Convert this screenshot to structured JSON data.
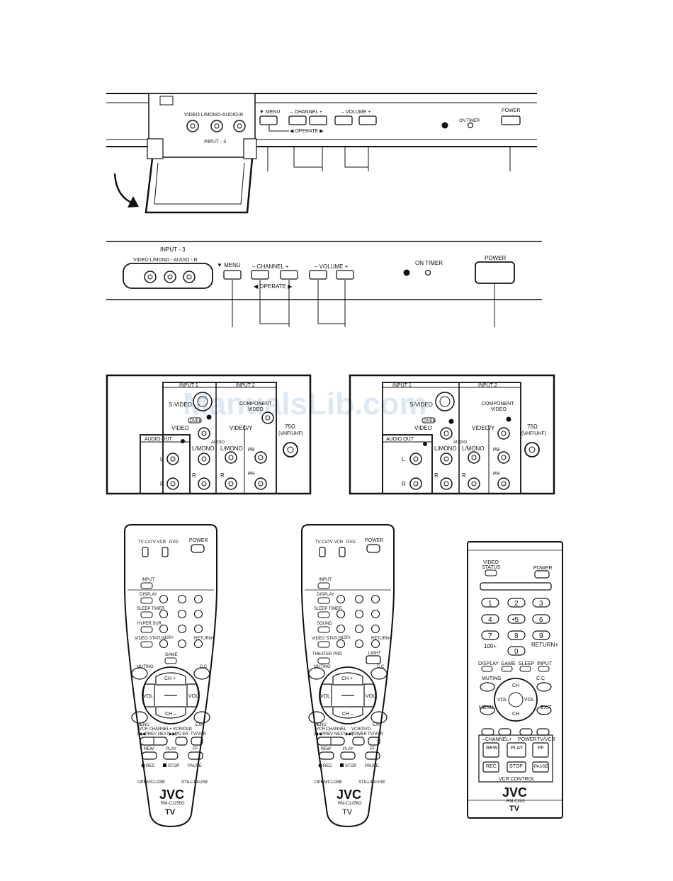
{
  "watermark": "ManualsLib.com",
  "panel1": {
    "jack_labels": "VIDEO  L/MONO-AUDIO-R",
    "input_label": "INPUT - 3",
    "menu": "▼ MENU",
    "channel": "– CHANNEL +",
    "volume": "– VOLUME +",
    "operate": "◀ OPERATE ▶",
    "on_timer": "ON TIMER",
    "power": "POWER"
  },
  "panel2": {
    "input_label": "INPUT - 3",
    "jack_labels": "VIDEO  L/MONO - AUDIO - R",
    "menu": "▼ MENU",
    "channel": "– CHANNEL +",
    "volume": "– VOLUME +",
    "operate": "◀  OPERATE  ▶",
    "on_timer": "ON TIMER",
    "power": "POWER"
  },
  "rear_left": {
    "input1": "INPUT 1",
    "input2": "INPUT 2",
    "svideo": "S-VIDEO",
    "over": "OVER",
    "video": "VIDEO",
    "audio": "AUDIO",
    "lmono": "L/MONO",
    "r": "R",
    "audio_out": "AUDIO OUT",
    "l": "L",
    "component": "COMPONENT",
    "component_video": "VIDEO",
    "video_y": "VIDEO/Y",
    "pb": "PB",
    "pr": "PR",
    "ant1": "75Ω",
    "ant2": "(VHF/UHF)"
  },
  "rear_right": {
    "input1": "INPUT 1",
    "input2": "INPUT 2",
    "svideo": "S-VIDEO",
    "over": "OVER",
    "video": "VIDEO",
    "audio": "AUDIO",
    "lmono": "L/MONO",
    "r": "R",
    "audio_out": "AUDIO OUT",
    "l": "L",
    "component": "COMPONENT",
    "component_video": "VIDEO",
    "video_y": "VIDEO/Y",
    "pb": "PB",
    "pr": "PR",
    "ant1": "75Ω",
    "ant2": "(VHF/UHF)"
  },
  "remote1": {
    "switch": "TV  CATV  VCR",
    "dvd": "DVD",
    "power": "POWER",
    "input": "INPUT",
    "display": "DISPLAY",
    "sleep": "SLEEP TIMER",
    "hyper": "HYPER SUR.",
    "vstatus": "VIDEO STATUS",
    "hundred": "100+",
    "return": "RETURN+",
    "game": "GAME",
    "muting": "MUTING",
    "cc": "C.C",
    "chp": "CH +",
    "chm": "CH –",
    "vol": "VOL",
    "menu": "MENU",
    "exit": "EXIT",
    "vcr_ch": "-VCR CHANNEL+",
    "prev_next": "|◀◀PREV  NEXT▶▶|",
    "power2": "PO  ER",
    "tvvcr": "TV/VCR",
    "vcrdvd": "VCR/DVD",
    "rew": "REW",
    "play": "PLAY",
    "ff": "FF",
    "rec": "REC",
    "stop": "STOP",
    "pause": "PAUSE",
    "open": "OPEN/CLOSE",
    "still": "STILL/PAUSE",
    "brand": "JVC",
    "model": "RM-C1255G",
    "tv": "TV"
  },
  "remote2": {
    "switch": "TV  CATV  VCR",
    "dvd": "DVD",
    "power": "POWER",
    "input": "INPUT",
    "display": "DISPLAY",
    "sleep": "SLEEP TIMER",
    "sound": "SOUND",
    "vstatus": "VIDEO STATUS",
    "hundred": "100+",
    "return": "RETURN+",
    "theater": "THEATER PRO",
    "light": "LIGHT",
    "muting": "MUTING",
    "cc": "C.C",
    "chp": "CH +",
    "chm": "CH –",
    "vol": "VOL",
    "menu": "MENU",
    "exit": "EXIT",
    "vcr_ch": "VCR CHANNEL",
    "prev_next": "|◀◀PREV  NEXT▶▶|",
    "power2": "POWER",
    "tvvcr": "TV/VCR",
    "vcrdvd": "VCR/DVD",
    "rew": "REW",
    "play": "PLAY",
    "ff": "FF",
    "rec": "REC",
    "stop": "STOP",
    "pause": "PAUSE",
    "open": "OPEN/CLOSE",
    "still": "STILL/PAUSE",
    "brand": "JVC",
    "model": "RM-C1256G",
    "tv": "TV"
  },
  "remote3": {
    "vstatus1": "VIDEO",
    "vstatus2": "STATUS",
    "power": "POWER",
    "n1": "1",
    "n2": "2",
    "n3": "3",
    "n4": "4",
    "n5": "•5",
    "n6": "6",
    "n7": "7",
    "n8": "8",
    "n9": "9",
    "n0": "0",
    "hundred": "100+",
    "return": "RETURN+",
    "display": "DISPLAY",
    "game": "GAME",
    "sleep": "SLEEP",
    "input": "INPUT",
    "muting": "MUTING",
    "cc": "C.C",
    "ch": "CH",
    "vol": "VOL",
    "menu": "MENU",
    "exit": "EXIT",
    "channel": "–CHANNEL+",
    "power2": "POWER",
    "tvvcr": "TV/VCR",
    "rew": "REW",
    "play": "PLAY",
    "ff": "FF",
    "rec": "REC",
    "stop": "STOP",
    "pause": "PAUSE",
    "vcr_control": "VCR CONTROL",
    "brand": "JVC",
    "model": "RM-C203",
    "tv": "TV"
  }
}
